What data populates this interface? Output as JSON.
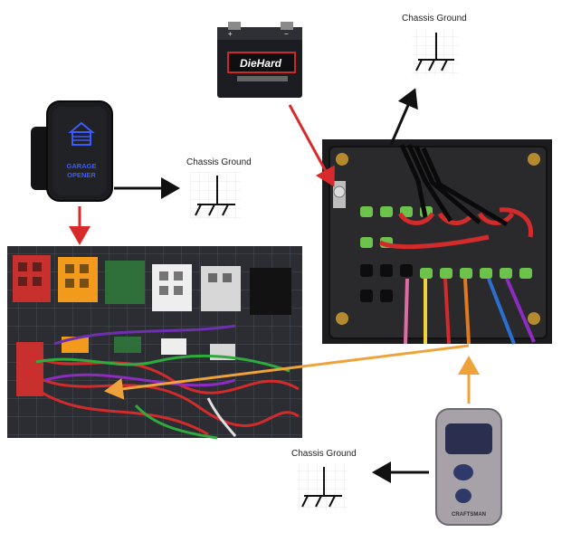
{
  "grounds": [
    {
      "label": "Chassis Ground"
    },
    {
      "label": "Chassis Ground"
    },
    {
      "label": "Chassis Ground"
    }
  ],
  "battery": {
    "brand": "DieHard"
  },
  "switch": {
    "line1": "GARAGE",
    "line2": "OPENER"
  },
  "remote": {
    "brand": "CRAFTSMAN"
  },
  "colors": {
    "red_arrow": "#d82a2a",
    "orange_arrow": "#f0a23a",
    "black_arrow": "#111111",
    "switch_glow": "#3b5bff"
  }
}
